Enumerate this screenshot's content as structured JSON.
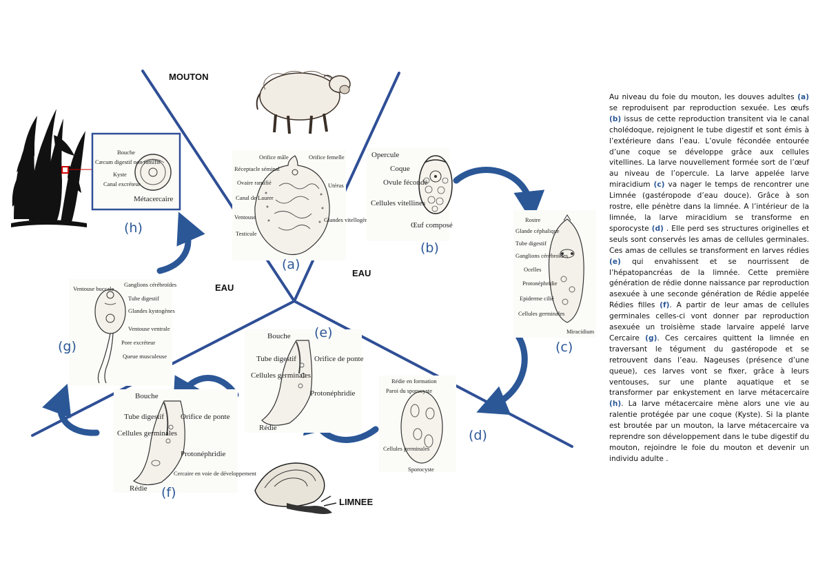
{
  "zones": {
    "mouton": "MOUTON",
    "eau_left": "EAU",
    "eau_right": "EAU",
    "limnee": "LIMNEE"
  },
  "stages": {
    "a": "(a)",
    "b": "(b)",
    "c": "(c)",
    "d": "(d)",
    "e": "(e)",
    "f": "(f)",
    "g": "(g)",
    "h": "(h)"
  },
  "adult_labels": {
    "orifice_male": "Orifice mâle",
    "orifice_femelle": "Orifice femelle",
    "receptacle": "Réceptacle séminal",
    "ovaire": "Ovaire ramifié",
    "uterus": "Utérus",
    "canal_laurer": "Canal de Laurer",
    "vitellogenes": "Glandes vitellogènes",
    "ventouse": "Ventouse",
    "testicule": "Testicule"
  },
  "egg_labels": {
    "opercule": "Opercule",
    "coque": "Coque",
    "ovule": "Ovule fécondé",
    "cellules": "Cellules vitellines",
    "caption": "Œuf composé"
  },
  "miracidium_labels": {
    "rostre": "Rostre",
    "glande": "Glande céphalique",
    "tube": "Tube digestif",
    "ganglions": "Ganglions cérébroïdes",
    "ocelles": "Ocelles",
    "proto": "Protonéphridie",
    "epiderme": "Epiderme cilié",
    "cellules": "Cellules germinales",
    "caption": "Miracidium"
  },
  "sporocyste_labels": {
    "redie": "Rédie en formation",
    "paroi": "Paroi du sporocyste",
    "cellules": "Cellules germinales",
    "caption": "Sporocyste"
  },
  "redie_e_labels": {
    "bouche": "Bouche",
    "tube": "Tube digestif",
    "cellules": "Cellules germinales",
    "orifice": "Orifice de ponte",
    "proto": "Protonéphridie",
    "caption": "Rédie"
  },
  "redie_f_labels": {
    "bouche": "Bouche",
    "tube": "Tube digestif",
    "cellules": "Cellules germinales",
    "orifice": "Orifice de ponte",
    "proto": "Protonéphridie",
    "cercaire": "Cercaire en voie de développement",
    "caption": "Rédie"
  },
  "cercaire_labels": {
    "ventouse_buccale": "Ventouse buccale",
    "ganglions": "Ganglions cérébroïdes",
    "tube": "Tube digestif",
    "glandes": "Glandes kystogènes",
    "ventouse_ventrale": "Ventouse ventrale",
    "pore": "Pore excréteur",
    "queue": "Queue musculeuse"
  },
  "metacercaire_labels": {
    "bouche": "Bouche",
    "caecum": "Cæcum digestif non ramifié",
    "kyste": "Kyste",
    "canal": "Canal excréteur",
    "caption": "Métacercaire"
  },
  "description": [
    {
      "t": "Au niveau du foie du  mouton, les douves adultes "
    },
    {
      "t": "(a)",
      "ref": true
    },
    {
      "t": " se reproduisent  par reproduction sexuée. Les œufs "
    },
    {
      "t": "(b)",
      "ref": true
    },
    {
      "t": " issus de cette reproduction transitent via le canal cholédoque, rejoignent le tube digestif et sont émis à l’extérieure  dans l’eau. L’ovule fécondée entourée d’une coque se développe grâce aux cellules vitellines. La larve nouvellement formée sort de l’œuf au niveau de l’opercule. La larve appelée larve miracidium "
    },
    {
      "t": "(c)",
      "ref": true
    },
    {
      "t": " va nager le temps  de rencontrer une Limnée (gastéropode d’eau douce). Grâce à son rostre, elle pénètre dans la limnée. A l’intérieur de la limnée, la larve miracidium se transforme en sporocyste "
    },
    {
      "t": "(d)",
      "ref": true
    },
    {
      "t": " . Elle perd ses structures originelles et seuls sont conservés les amas de  cellules germinales. Ces amas de cellules se transforment en larves rédies "
    },
    {
      "t": "(e)",
      "ref": true
    },
    {
      "t": " qui envahissent et se nourrissent  de l’hépatopancréas de la limnée. Cette première génération de rédie donne naissance par reproduction asexuée à une seconde génération de Rédie appelée Rédies filles "
    },
    {
      "t": "(f)",
      "ref": true
    },
    {
      "t": ". A partir de leur amas de cellules germinales celles-ci vont donner par reproduction asexuée un troisième stade larvaire appelé larve Cercaire "
    },
    {
      "t": "(g)",
      "ref": true
    },
    {
      "t": ". Ces cercaires quittent la limnée en traversant le tégument du gastéropode et se retrouvent dans l’eau. Nageuses (présence d’une queue), ces larves vont se fixer,  grâce à leurs ventouses, sur une plante aquatique et se transformer par enkystement en larve métacercaire "
    },
    {
      "t": "(h)",
      "ref": true
    },
    {
      "t": ". La larve métacercaire mène alors  une vie au ralentie protégée par une coque (Kyste). Si la plante est broutée par un mouton, la larve métacercaire va reprendre son développement dans le tube digestif du mouton, rejoindre le foie du mouton  et devenir un individu adulte ."
    }
  ],
  "colors": {
    "line": "#2f4f96",
    "arrow": "#2b5797",
    "label": "#2b5797",
    "marker": "#cc0000"
  },
  "icons": [
    "sheep-icon",
    "snail-icon",
    "plant-icon"
  ]
}
